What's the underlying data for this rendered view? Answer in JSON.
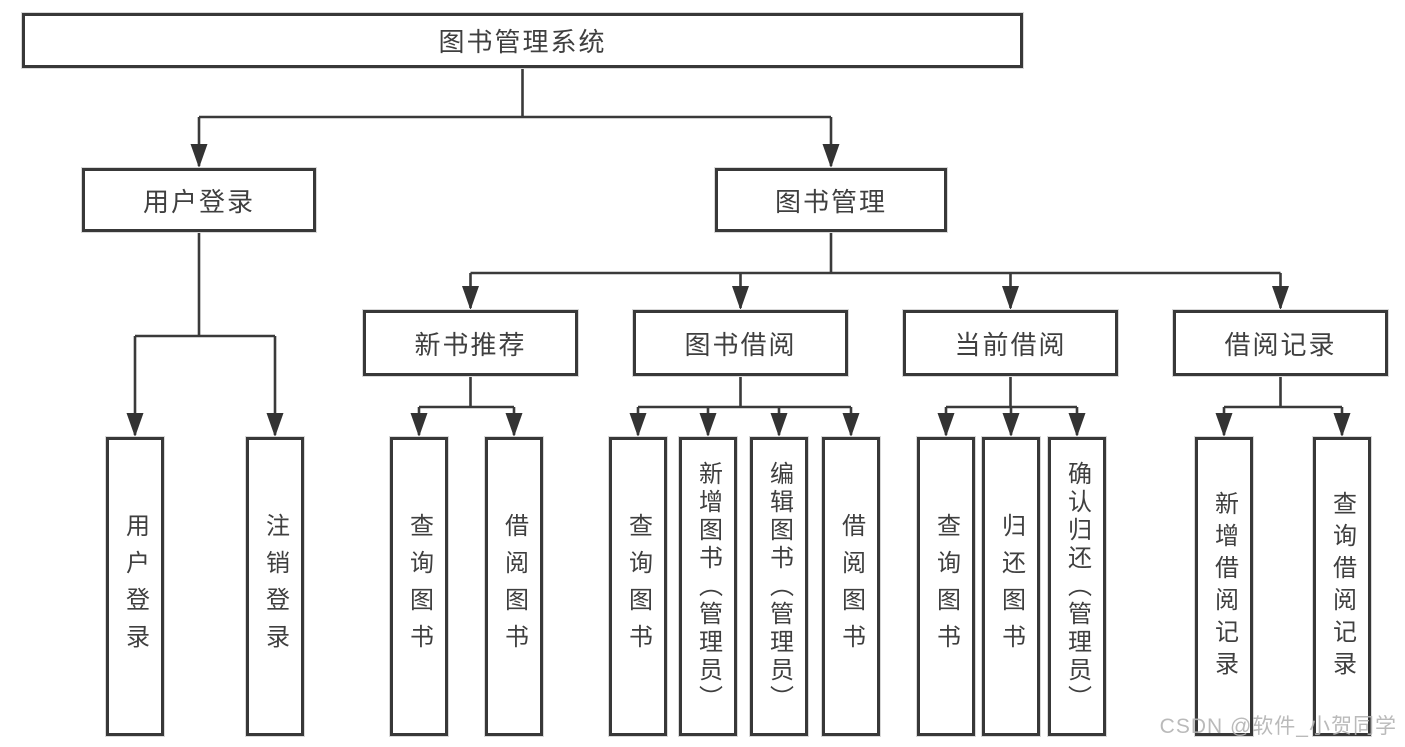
{
  "diagram": {
    "root": {
      "label": "图书管理系统"
    },
    "level2": [
      {
        "label": "用户登录"
      },
      {
        "label": "图书管理"
      }
    ],
    "level3": [
      {
        "label": "新书推荐"
      },
      {
        "label": "图书借阅"
      },
      {
        "label": "当前借阅"
      },
      {
        "label": "借阅记录"
      }
    ],
    "leaves": {
      "login": [
        "用户登录",
        "注销登录"
      ],
      "recommend": [
        "查询图书",
        "借阅图书"
      ],
      "borrow": [
        "查询图书",
        "新增图书（管理员）",
        "编辑图书（管理员）",
        "借阅图书"
      ],
      "current": [
        "查询图书",
        "归还图书",
        "确认归还（管理员）"
      ],
      "record": [
        "新增借阅记录",
        "查询借阅记录"
      ]
    }
  },
  "watermark": {
    "text": "CSDN @软件_小贺同学"
  },
  "colors": {
    "line": "#3a3a3a",
    "box_border": "#383838",
    "text": "#3f3f3f",
    "watermark": "#b3b3b3",
    "background": "#ffffff"
  }
}
